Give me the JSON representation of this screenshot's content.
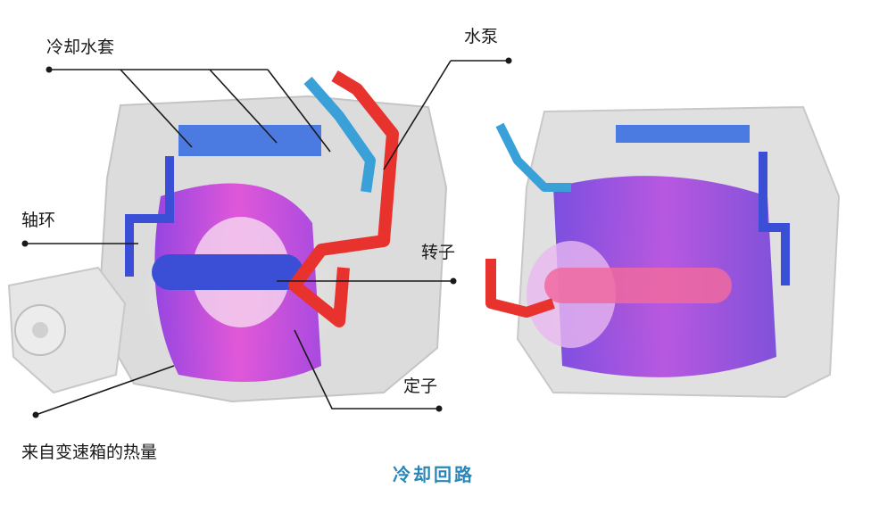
{
  "labels": {
    "water_jacket": "冷却水套",
    "water_pump": "水泵",
    "shaft_ring": "轴环",
    "rotor": "转子",
    "stator": "定子",
    "gearbox_heat": "来自变速箱的热量"
  },
  "caption": "冷却回路",
  "colors": {
    "caption": "#2a86b8",
    "hot_coolant": "#e8322e",
    "cool_coolant": "#3aa0d8",
    "jacket_blue": "#3b4fd6",
    "stator_magenta": "#c236d0",
    "housing_gray": "#d9d9d9"
  }
}
